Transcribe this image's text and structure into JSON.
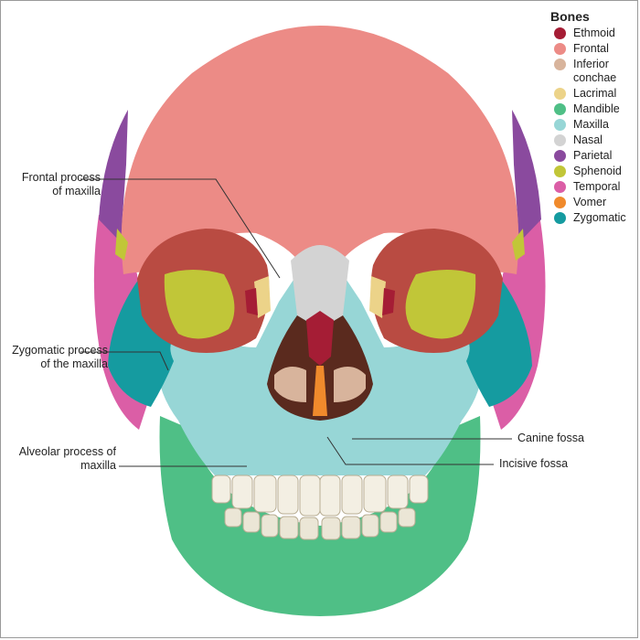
{
  "legend": {
    "title": "Bones",
    "items": [
      {
        "label": "Ethmoid",
        "color": "#a51d35"
      },
      {
        "label": "Frontal",
        "color": "#ec8b86"
      },
      {
        "label": "Inferior conchae",
        "color": "#d8b49c"
      },
      {
        "label": "Lacrimal",
        "color": "#ecd389"
      },
      {
        "label": "Mandible",
        "color": "#4fbf86"
      },
      {
        "label": "Maxilla",
        "color": "#97d6d6"
      },
      {
        "label": "Nasal",
        "color": "#d3d3d3"
      },
      {
        "label": "Parietal",
        "color": "#8a4a9e"
      },
      {
        "label": "Sphenoid",
        "color": "#c1c638"
      },
      {
        "label": "Temporal",
        "color": "#db5ea6"
      },
      {
        "label": "Vomer",
        "color": "#f08a2c"
      },
      {
        "label": "Zygomatic",
        "color": "#159ba0"
      }
    ]
  },
  "labels": {
    "frontal_process": "Frontal process of maxilla",
    "zygomatic_process": "Zygomatic process of the maxilla",
    "alveolar_process": "Alveolar process of maxilla",
    "canine_fossa": "Canine fossa",
    "incisive_fossa": "Incisive fossa"
  }
}
